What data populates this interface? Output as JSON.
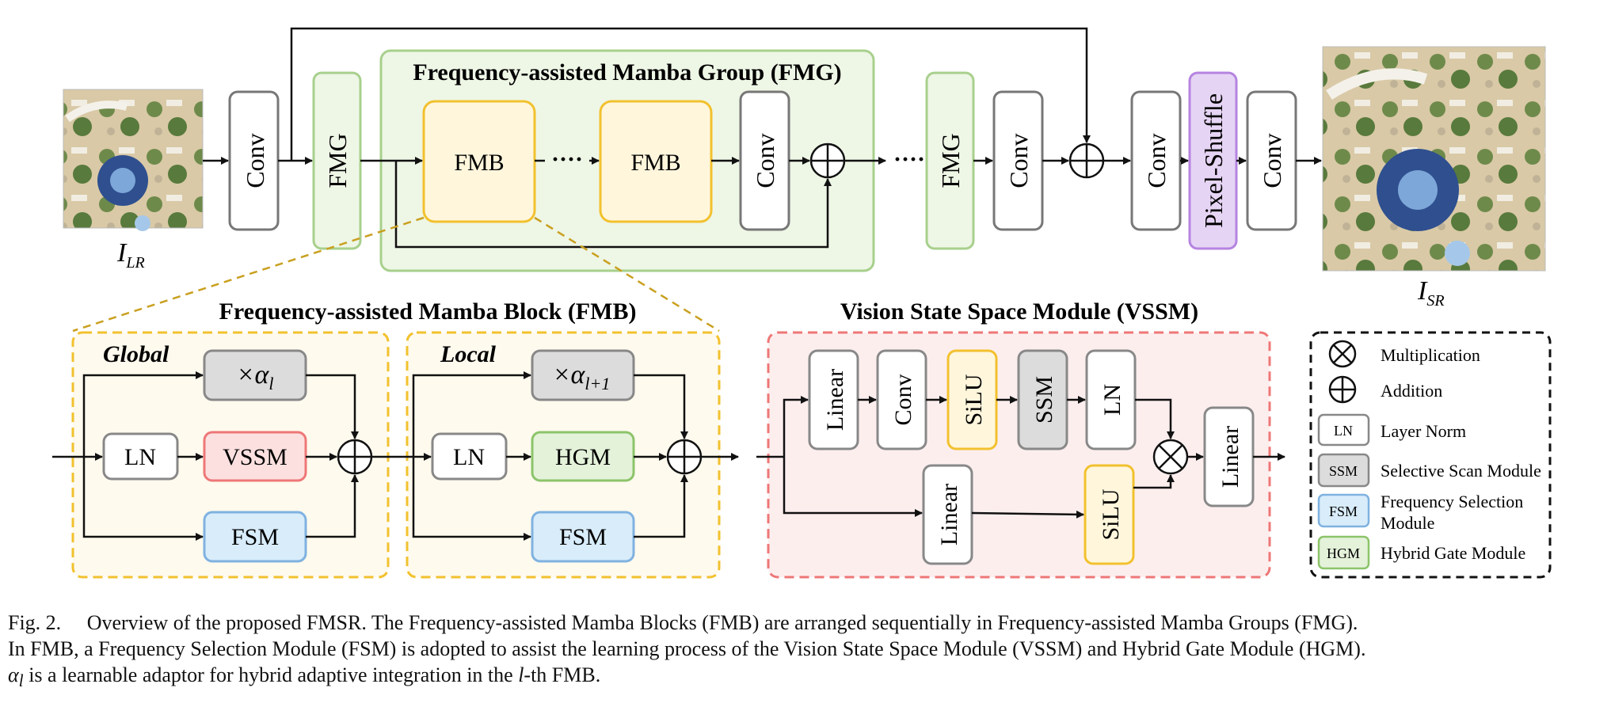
{
  "top": {
    "input_label": "I",
    "input_sub": "LR",
    "output_label": "I",
    "output_sub": "SR",
    "conv": "Conv",
    "fmg": "FMG",
    "fmb": "FMB",
    "pixel_shuffle": "Pixel-Shuffle",
    "fmg_title": "Frequency-assisted Mamba Group (FMG)",
    "dots": "····"
  },
  "fmb_block": {
    "title": "Frequency-assisted Mamba Block (FMB)",
    "global_label": "Global",
    "local_label": "Local",
    "alpha_l": "×α",
    "alpha_l_sub": "l",
    "alpha_l1": "×α",
    "alpha_l1_sub": "l+1",
    "ln": "LN",
    "vssm": "VSSM",
    "hgm": "HGM",
    "fsm": "FSM"
  },
  "vssm_block": {
    "title": "Vision State Space Module (VSSM)",
    "linear": "Linear",
    "conv": "Conv",
    "silu": "SiLU",
    "ssm": "SSM",
    "ln": "LN"
  },
  "legend": {
    "multiplication": "Multiplication",
    "addition": "Addition",
    "ln_abbr": "LN",
    "ln_name": "Layer Norm",
    "ssm_abbr": "SSM",
    "ssm_name": "Selective Scan Module",
    "fsm_abbr": "FSM",
    "fsm_name_1": "Frequency Selection",
    "fsm_name_2": "Module",
    "hgm_abbr": "HGM",
    "hgm_name": "Hybrid Gate Module"
  },
  "caption": {
    "fig_label": "Fig. 2.",
    "line1": "Overview of the proposed FMSR. The Frequency-assisted Mamba Blocks (FMB) are arranged sequentially in Frequency-assisted Mamba Groups (FMG).",
    "line2": "In FMB, a Frequency Selection Module (FSM) is adopted to assist the learning process of the Vision State Space Module (VSSM) and Hybrid Gate Module (HGM).",
    "line3_alpha": "α",
    "line3_sub": "l",
    "line3_mid": " is a learnable adaptor for hybrid adaptive integration in the ",
    "line3_l": "l",
    "line3_end": "-th FMB."
  },
  "colors": {
    "fmg_fill": "#eef6e6",
    "fmg_stroke": "#a8d08d",
    "fmb_fill": "#fff6dc",
    "fmb_stroke": "#f2c12e",
    "vssm_fill": "#fce4e4",
    "vssm_stroke": "#ee7777",
    "fsm_fill": "#d8ecfa",
    "fsm_stroke": "#7fb2e0",
    "ssm_fill": "#dcdcdc",
    "pixel_fill": "#e6d4f5",
    "pixel_stroke": "#b584e0",
    "hgm_fill": "#e4f2da",
    "hgm_stroke": "#8cc46a",
    "gold_dash": "#d4a017"
  },
  "icons": [
    "input-image-icon",
    "output-image-icon",
    "add-circle-icon",
    "multiply-circle-icon"
  ]
}
